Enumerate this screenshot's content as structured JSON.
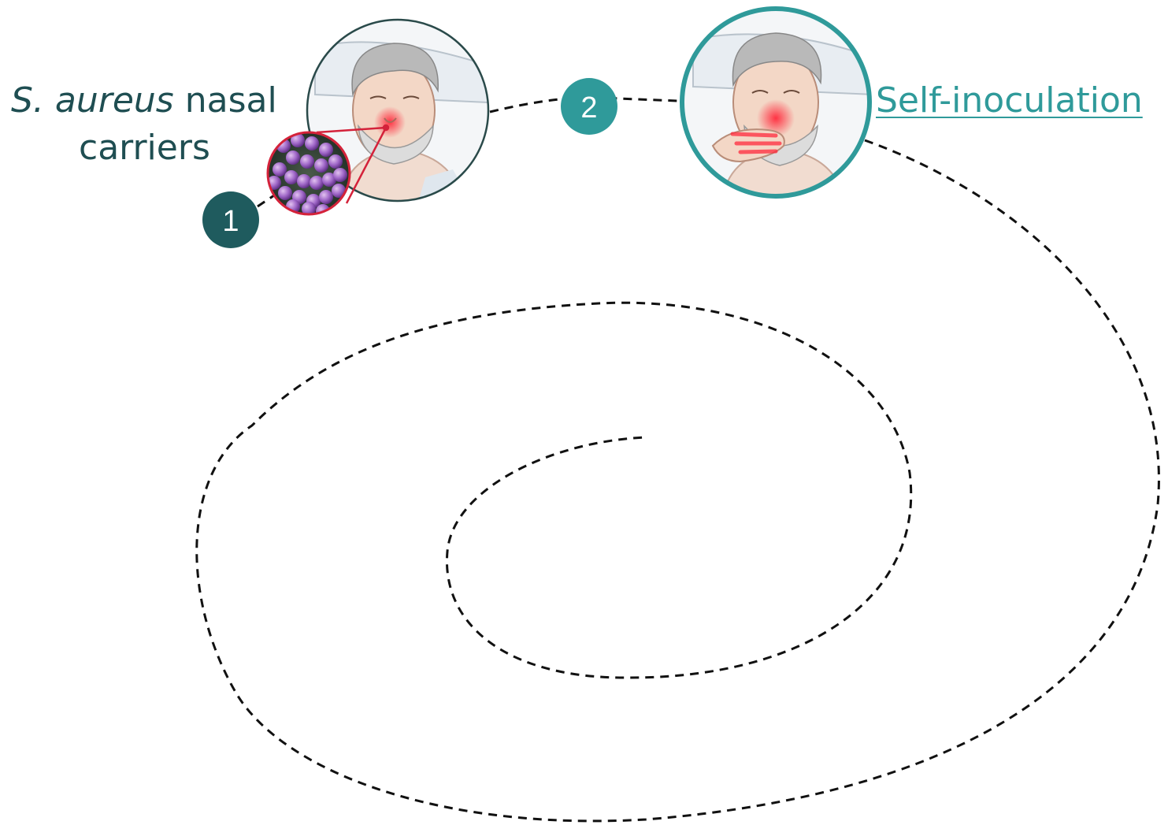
{
  "step1": {
    "number": "1",
    "label_italic": "S. aureus",
    "label_rest": "nasal",
    "label_line2": "carriers",
    "badge_color": "#1f5b5e"
  },
  "step2": {
    "number": "2",
    "label": "Self-inoculation",
    "badge_color": "#2f9a9a",
    "text_color": "#2f9a9a"
  },
  "colors": {
    "text_dark": "#1f4e52",
    "dash": "#111111",
    "highlight_red": "#e03040",
    "bacteria_purple": "#8a4fb0"
  },
  "icons": [
    "patient-portrait",
    "bacteria-magnified",
    "patient-touching-nose"
  ]
}
